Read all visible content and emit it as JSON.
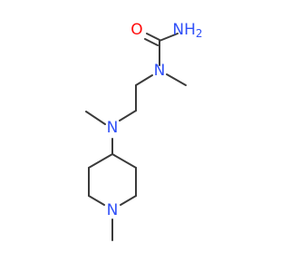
{
  "molecule": {
    "atoms": {
      "nh2": {
        "label": "NH2",
        "element": "N",
        "color": "#3050F8"
      },
      "o": {
        "label": "O",
        "element": "O",
        "color": "#FF0D0D"
      },
      "n_urea": {
        "label": "N",
        "element": "N",
        "color": "#3050F8"
      },
      "n_amine": {
        "label": "N",
        "element": "N",
        "color": "#3050F8"
      },
      "n_ring": {
        "label": "N",
        "element": "N",
        "color": "#3050F8"
      }
    },
    "bond_color": "#3a3a3a"
  }
}
